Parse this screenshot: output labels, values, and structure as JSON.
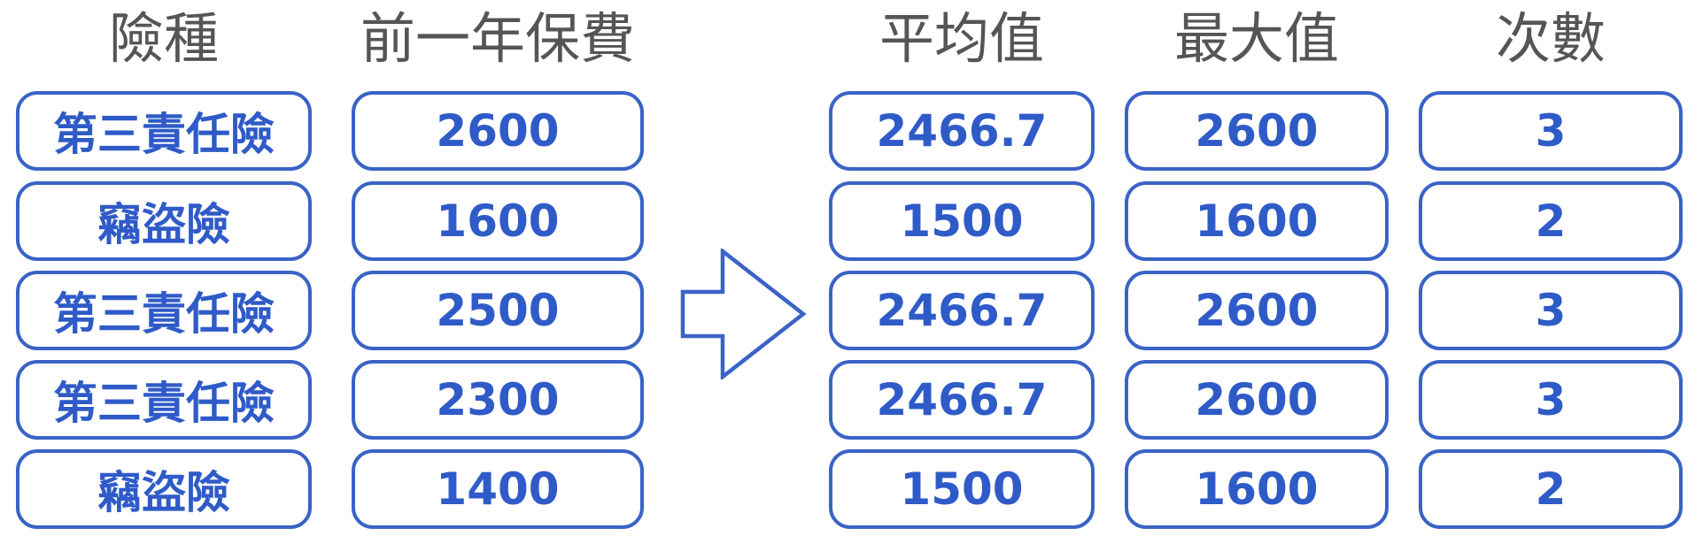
{
  "columns": {
    "insurance_type": {
      "header": "險種",
      "values": [
        "第三責任險",
        "竊盜險",
        "第三責任險",
        "第三責任險",
        "竊盜險"
      ]
    },
    "prior_year_premium": {
      "header": "前一年保費",
      "values": [
        "2600",
        "1600",
        "2500",
        "2300",
        "1400"
      ]
    },
    "average": {
      "header": "平均值",
      "values": [
        "2466.7",
        "1500",
        "2466.7",
        "2466.7",
        "1500"
      ]
    },
    "maximum": {
      "header": "最大值",
      "values": [
        "2600",
        "1600",
        "2600",
        "2600",
        "1600"
      ]
    },
    "count": {
      "header": "次數",
      "values": [
        "3",
        "2",
        "3",
        "3",
        "2"
      ]
    }
  },
  "colors": {
    "cell_border": "#3a63c6",
    "cell_text": "#2f5bc8",
    "header_text": "#555555",
    "arrow_stroke": "#3a63c6"
  },
  "icons": {
    "transform_arrow": "right-arrow-outline-icon"
  }
}
